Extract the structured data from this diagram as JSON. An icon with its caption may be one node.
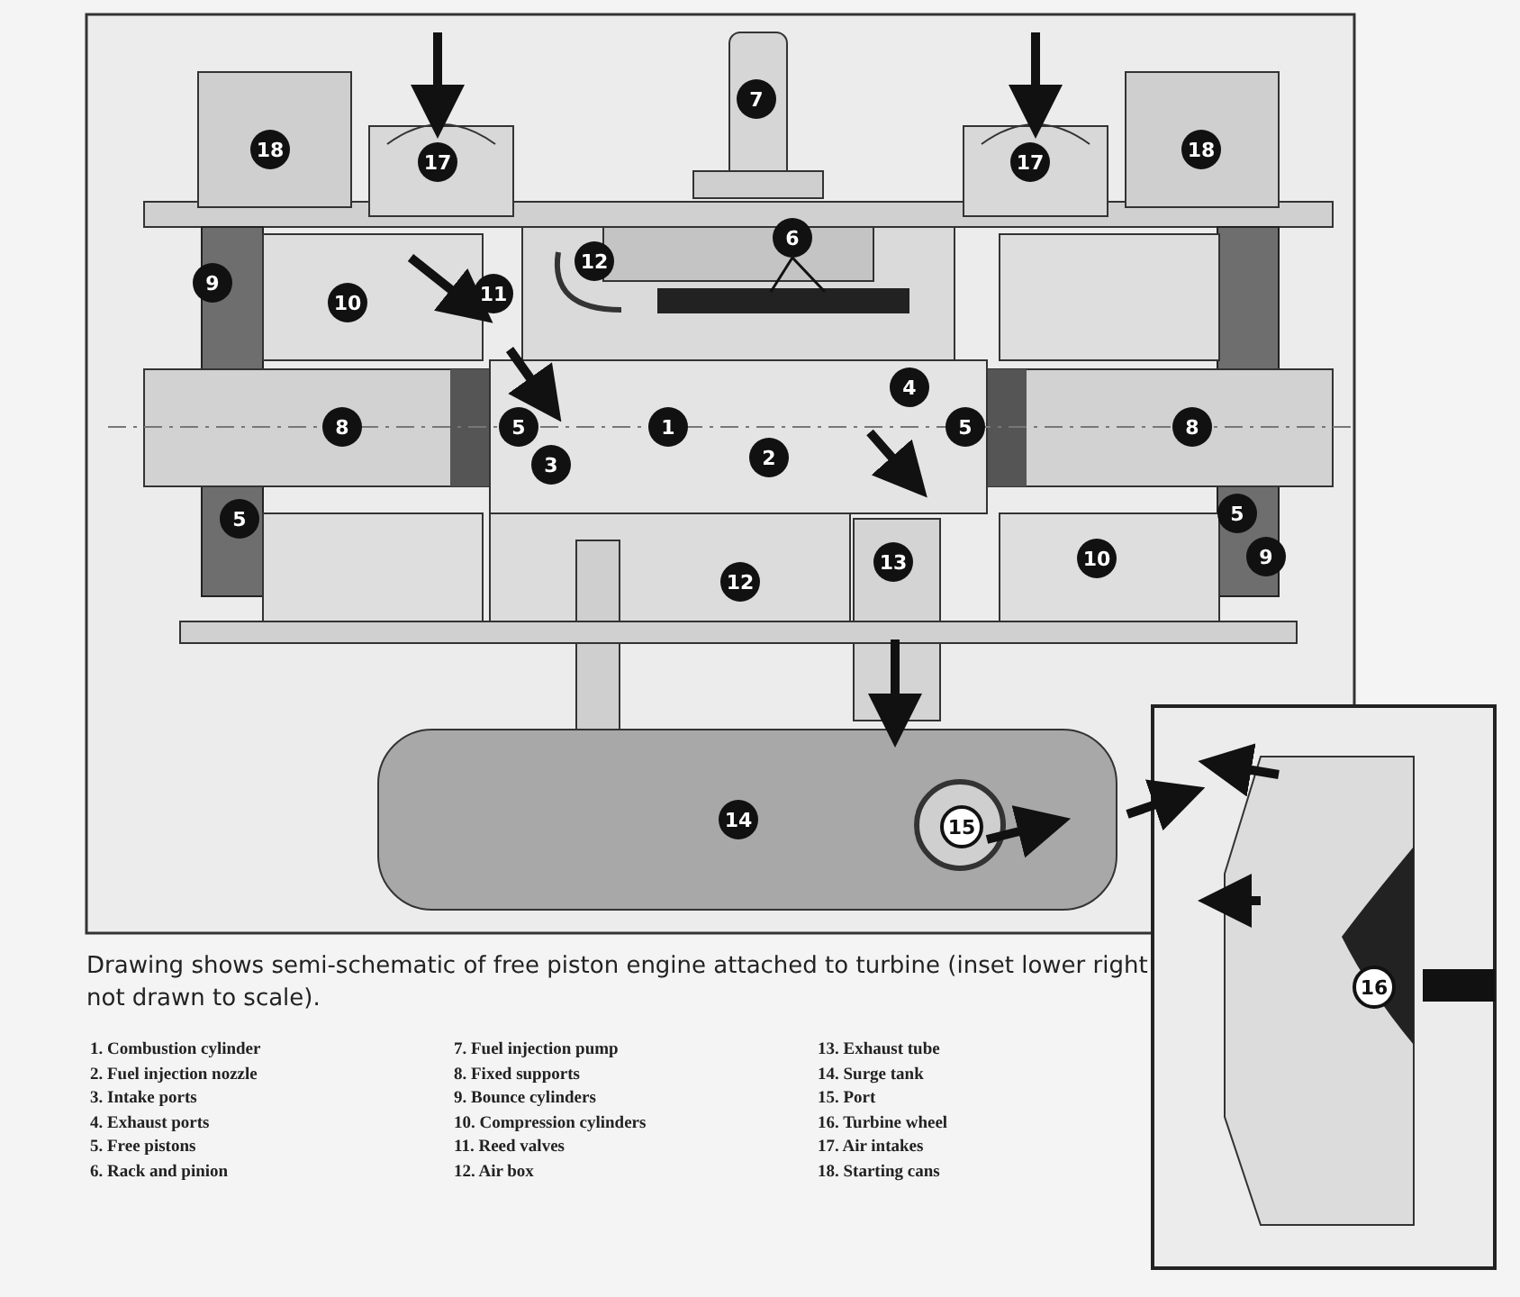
{
  "diagram": {
    "caption": "Drawing shows semi-schematic of free piston engine attached to turbine (inset lower right not drawn to scale).",
    "nodes": [
      {
        "text": [
          "7"
        ]
      },
      {
        "text": [
          "18"
        ]
      },
      {
        "text": [
          "17"
        ]
      },
      {
        "text": [
          "17"
        ]
      },
      {
        "text": [
          "18"
        ]
      },
      {
        "text": [
          "12"
        ]
      },
      {
        "text": [
          "6"
        ]
      },
      {
        "text": [
          "9"
        ]
      },
      {
        "text": [
          "10"
        ]
      },
      {
        "text": [
          "11"
        ]
      },
      {
        "text": [
          "4"
        ]
      },
      {
        "text": [
          "8"
        ]
      },
      {
        "text": [
          "5"
        ]
      },
      {
        "text": [
          "1"
        ]
      },
      {
        "text": [
          "5"
        ]
      },
      {
        "text": [
          "8"
        ]
      },
      {
        "text": [
          "2"
        ]
      },
      {
        "text": [
          "3"
        ]
      },
      {
        "text": [
          "5"
        ]
      },
      {
        "text": [
          "5"
        ]
      },
      {
        "text": [
          "13"
        ]
      },
      {
        "text": [
          "10"
        ]
      },
      {
        "text": [
          "9"
        ]
      },
      {
        "text": [
          "12"
        ]
      },
      {
        "text": [
          "14"
        ]
      },
      {
        "text": [
          "15"
        ]
      },
      {
        "text": [
          "16"
        ]
      }
    ],
    "edges": [
      {
        "from": 6,
        "to": null,
        "arrow": "none"
      },
      {
        "from": 6,
        "to": null,
        "arrow": "none"
      }
    ],
    "labels": [
      "1. Combustion cylinder",
      "2. Fuel injection nozzle",
      "3. Intake ports",
      "4. Exhaust ports",
      "5. Free pistons",
      "6. Rack and pinion",
      "7. Fuel injection pump",
      "8. Fixed supports",
      "9. Bounce cylinders",
      "10. Compression cylinders",
      "11. Reed valves",
      "12. Air box",
      "13. Exhaust tube",
      "14. Surge tank",
      "15. Port",
      "16. Turbine wheel",
      "17. Air intakes",
      "18. Starting cans"
    ]
  }
}
